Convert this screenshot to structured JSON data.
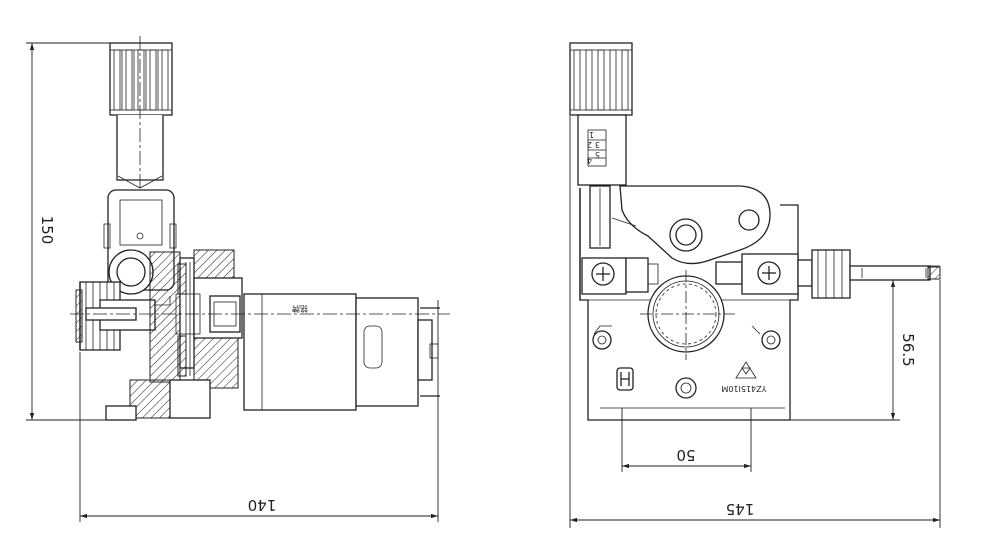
{
  "dimensions": {
    "height": "150",
    "width_left": "140",
    "width_right": "145",
    "hole_spacing": "50",
    "axis_height": "56.5"
  },
  "labels": {
    "motor_text": "铭牌",
    "model_text": "YZ415I10M",
    "scale_marks": [
      "1",
      "3",
      "2",
      "5",
      "4"
    ]
  }
}
